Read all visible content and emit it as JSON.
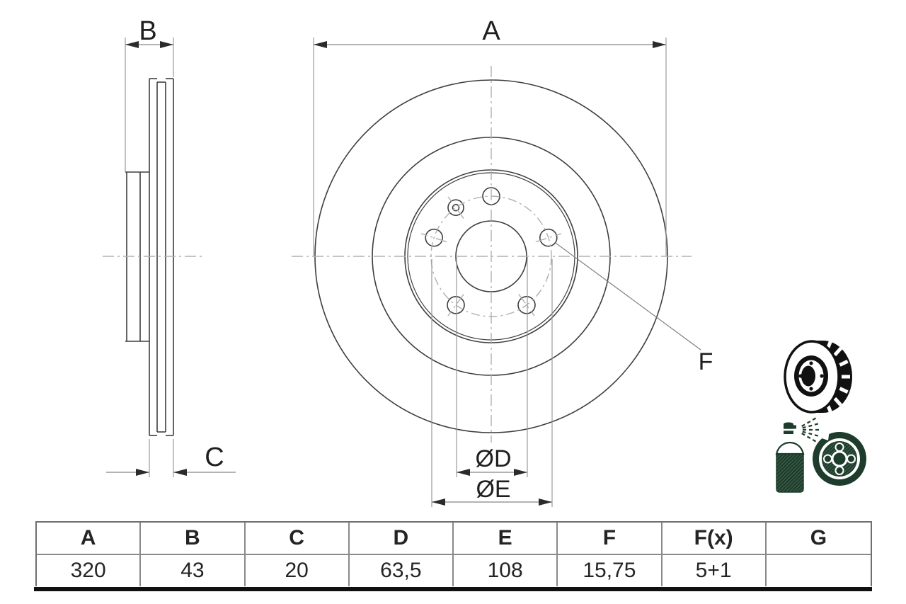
{
  "drawing": {
    "title_hint": "brake-disc-technical-drawing",
    "dim_labels": {
      "A": "A",
      "B": "B",
      "C": "C",
      "D": "ØD",
      "E": "ØE",
      "F": "F"
    }
  },
  "icons": {
    "top": "vented-brake-disc-3d-icon",
    "bottom": "spray-coated-disc-icon"
  },
  "colors": {
    "object_line": "#3e3e3e",
    "dimension_line": "#9a9a9a",
    "arrowhead": "#2b2b2b",
    "centerline": "#b0b0b0",
    "icon_black": "#111111",
    "icon_green": "#1e3c2b",
    "table_border": "#6f6f6f"
  },
  "table": {
    "headers": [
      "A",
      "B",
      "C",
      "D",
      "E",
      "F",
      "F(x)",
      "G"
    ],
    "values": [
      "320",
      "43",
      "20",
      "63,5",
      "108",
      "15,75",
      "5+1",
      ""
    ]
  }
}
